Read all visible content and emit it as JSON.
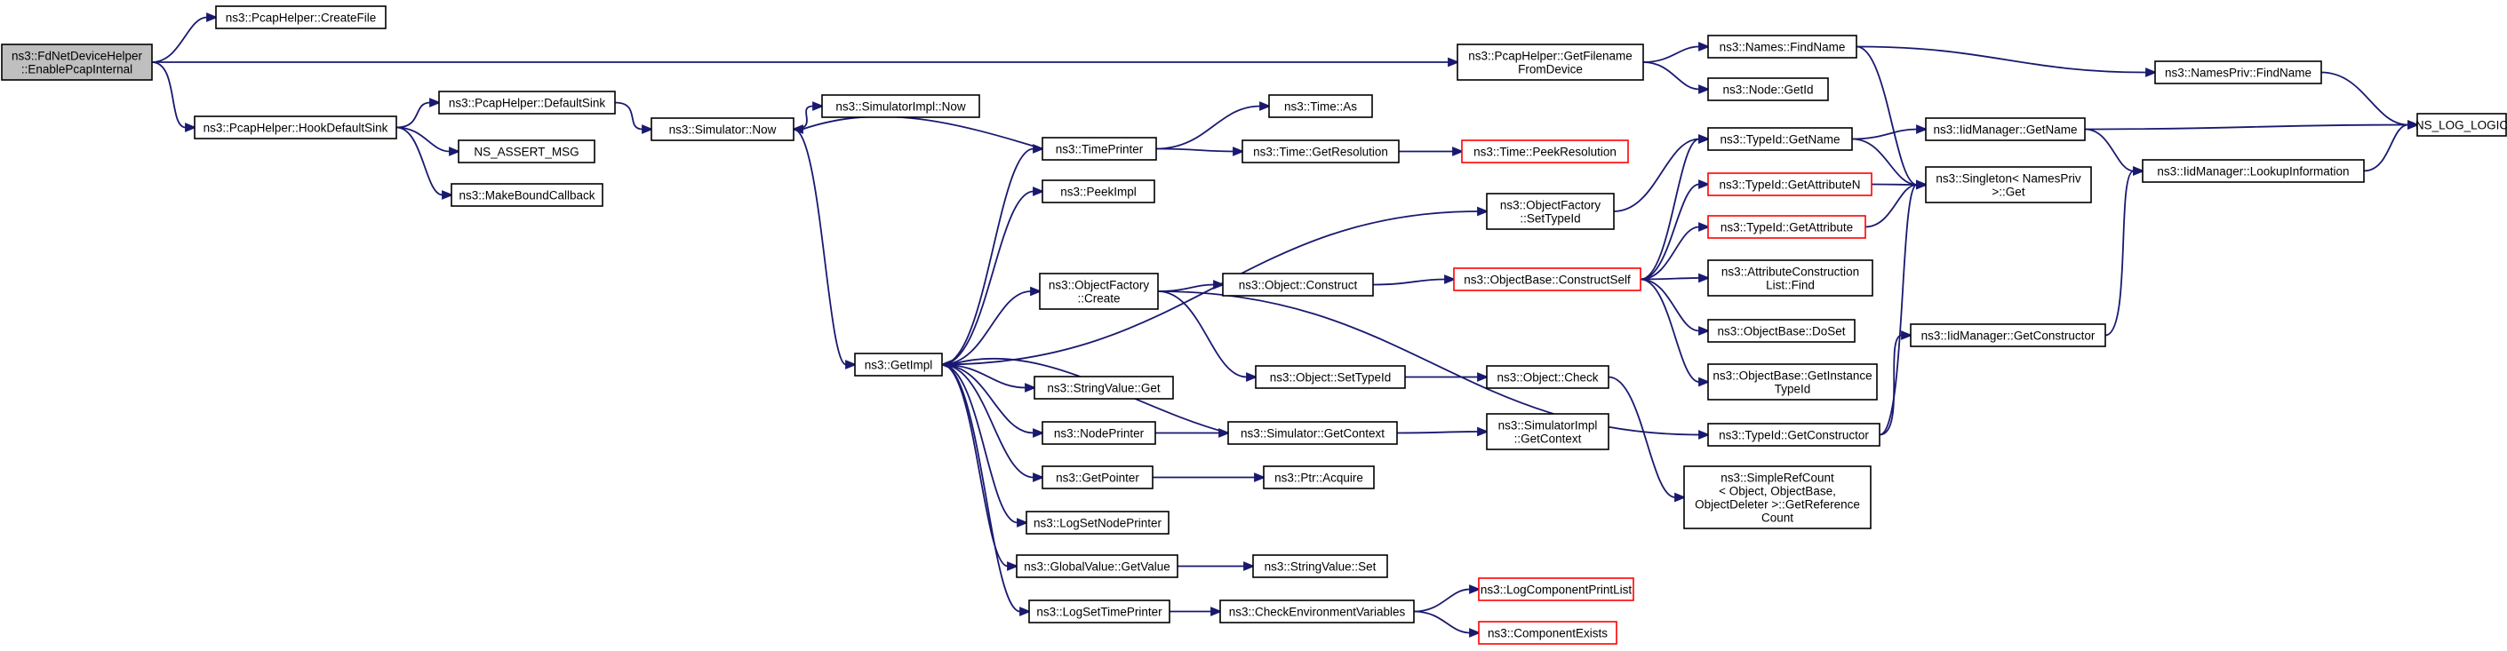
{
  "colors": {
    "edge": "#191970",
    "border_normal": "#000000",
    "border_truncated": "#ff0000",
    "fill_normal": "#ffffff",
    "fill_root": "#bfbfbf"
  },
  "nodes": [
    {
      "id": "root",
      "lines": [
        "ns3::FdNetDeviceHelper",
        "::EnablePcapInternal"
      ],
      "style": "root"
    },
    {
      "id": "pcap_createfile",
      "lines": [
        "ns3::PcapHelper::CreateFile"
      ],
      "style": "normal"
    },
    {
      "id": "pcap_getfilename",
      "lines": [
        "ns3::PcapHelper::GetFilename",
        "FromDevice"
      ],
      "style": "normal"
    },
    {
      "id": "names_findname",
      "lines": [
        "ns3::Names::FindName"
      ],
      "style": "normal"
    },
    {
      "id": "namespriv_findname",
      "lines": [
        "ns3::NamesPriv::FindName"
      ],
      "style": "normal"
    },
    {
      "id": "ns_log_logic",
      "lines": [
        "NS_LOG_LOGIC"
      ],
      "style": "normal"
    },
    {
      "id": "node_getid",
      "lines": [
        "ns3::Node::GetId"
      ],
      "style": "normal"
    },
    {
      "id": "pcap_hookdefaultsink",
      "lines": [
        "ns3::PcapHelper::HookDefaultSink"
      ],
      "style": "normal"
    },
    {
      "id": "pcap_defaultsink",
      "lines": [
        "ns3::PcapHelper::DefaultSink"
      ],
      "style": "normal"
    },
    {
      "id": "ns_assert_msg",
      "lines": [
        "NS_ASSERT_MSG"
      ],
      "style": "normal"
    },
    {
      "id": "makeboundcallback",
      "lines": [
        "ns3::MakeBoundCallback"
      ],
      "style": "normal"
    },
    {
      "id": "simulator_now",
      "lines": [
        "ns3::Simulator::Now"
      ],
      "style": "normal"
    },
    {
      "id": "simulatorimpl_now",
      "lines": [
        "ns3::SimulatorImpl::Now"
      ],
      "style": "normal"
    },
    {
      "id": "timeprinter",
      "lines": [
        "ns3::TimePrinter"
      ],
      "style": "normal"
    },
    {
      "id": "time_as",
      "lines": [
        "ns3::Time::As"
      ],
      "style": "normal"
    },
    {
      "id": "time_getresolution",
      "lines": [
        "ns3::Time::GetResolution"
      ],
      "style": "normal"
    },
    {
      "id": "time_peekresolution",
      "lines": [
        "ns3::Time::PeekResolution"
      ],
      "style": "truncated"
    },
    {
      "id": "typeid_getname",
      "lines": [
        "ns3::TypeId::GetName"
      ],
      "style": "normal"
    },
    {
      "id": "iidmanager_getname",
      "lines": [
        "ns3::IidManager::GetName"
      ],
      "style": "normal"
    },
    {
      "id": "iidmanager_lookupinformation",
      "lines": [
        "ns3::IidManager::LookupInformation"
      ],
      "style": "normal"
    },
    {
      "id": "singleton_get",
      "lines": [
        "ns3::Singleton< NamesPriv",
        " >::Get"
      ],
      "style": "normal"
    },
    {
      "id": "peekimpl",
      "lines": [
        "ns3::PeekImpl"
      ],
      "style": "normal"
    },
    {
      "id": "objectfactory_settypeid",
      "lines": [
        "ns3::ObjectFactory",
        "::SetTypeId"
      ],
      "style": "normal"
    },
    {
      "id": "typeid_getattributen",
      "lines": [
        "ns3::TypeId::GetAttributeN"
      ],
      "style": "truncated"
    },
    {
      "id": "typeid_getattribute",
      "lines": [
        "ns3::TypeId::GetAttribute"
      ],
      "style": "truncated"
    },
    {
      "id": "objectfactory_create",
      "lines": [
        "ns3::ObjectFactory",
        "::Create"
      ],
      "style": "normal"
    },
    {
      "id": "object_construct",
      "lines": [
        "ns3::Object::Construct"
      ],
      "style": "normal"
    },
    {
      "id": "objectbase_constructself",
      "lines": [
        "ns3::ObjectBase::ConstructSelf"
      ],
      "style": "truncated"
    },
    {
      "id": "attributeconstruction_find",
      "lines": [
        "ns3::AttributeConstruction",
        "List::Find"
      ],
      "style": "normal"
    },
    {
      "id": "objectbase_doset",
      "lines": [
        "ns3::ObjectBase::DoSet"
      ],
      "style": "normal"
    },
    {
      "id": "iidmanager_getconstructor",
      "lines": [
        "ns3::IidManager::GetConstructor"
      ],
      "style": "normal"
    },
    {
      "id": "getimpl",
      "lines": [
        "ns3::GetImpl"
      ],
      "style": "normal"
    },
    {
      "id": "object_settypeid",
      "lines": [
        "ns3::Object::SetTypeId"
      ],
      "style": "normal"
    },
    {
      "id": "object_check",
      "lines": [
        "ns3::Object::Check"
      ],
      "style": "normal"
    },
    {
      "id": "objectbase_getinstancetypeid",
      "lines": [
        "ns3::ObjectBase::GetInstance",
        "TypeId"
      ],
      "style": "normal"
    },
    {
      "id": "stringvalue_get",
      "lines": [
        "ns3::StringValue::Get"
      ],
      "style": "normal"
    },
    {
      "id": "typeid_getconstructor",
      "lines": [
        "ns3::TypeId::GetConstructor"
      ],
      "style": "normal"
    },
    {
      "id": "nodeprinter",
      "lines": [
        "ns3::NodePrinter"
      ],
      "style": "normal"
    },
    {
      "id": "simulator_getcontext",
      "lines": [
        "ns3::Simulator::GetContext"
      ],
      "style": "normal"
    },
    {
      "id": "simulatorimpl_getcontext",
      "lines": [
        "ns3::SimulatorImpl",
        "::GetContext"
      ],
      "style": "normal"
    },
    {
      "id": "simplerefcount_getreferencecount",
      "lines": [
        "ns3::SimpleRefCount",
        "< Object, ObjectBase,",
        " ObjectDeleter >::GetReference",
        "Count"
      ],
      "style": "normal"
    },
    {
      "id": "getpointer",
      "lines": [
        "ns3::GetPointer"
      ],
      "style": "normal"
    },
    {
      "id": "ptr_acquire",
      "lines": [
        "ns3::Ptr::Acquire"
      ],
      "style": "normal"
    },
    {
      "id": "logsetnodeprinter",
      "lines": [
        "ns3::LogSetNodePrinter"
      ],
      "style": "normal"
    },
    {
      "id": "globalvalue_getvalue",
      "lines": [
        "ns3::GlobalValue::GetValue"
      ],
      "style": "normal"
    },
    {
      "id": "stringvalue_set",
      "lines": [
        "ns3::StringValue::Set"
      ],
      "style": "normal"
    },
    {
      "id": "logsettimeprinter",
      "lines": [
        "ns3::LogSetTimePrinter"
      ],
      "style": "normal"
    },
    {
      "id": "checkenvironmentvariables",
      "lines": [
        "ns3::CheckEnvironmentVariables"
      ],
      "style": "normal"
    },
    {
      "id": "logcomponentprintlist",
      "lines": [
        "ns3::LogComponentPrintList"
      ],
      "style": "truncated"
    },
    {
      "id": "componentexists",
      "lines": [
        "ns3::ComponentExists"
      ],
      "style": "truncated"
    }
  ],
  "edges": [
    [
      "root",
      "pcap_createfile"
    ],
    [
      "root",
      "pcap_getfilename"
    ],
    [
      "root",
      "pcap_hookdefaultsink"
    ],
    [
      "pcap_getfilename",
      "names_findname"
    ],
    [
      "pcap_getfilename",
      "node_getid"
    ],
    [
      "names_findname",
      "namespriv_findname"
    ],
    [
      "names_findname",
      "singleton_get"
    ],
    [
      "namespriv_findname",
      "ns_log_logic"
    ],
    [
      "pcap_hookdefaultsink",
      "pcap_defaultsink"
    ],
    [
      "pcap_hookdefaultsink",
      "ns_assert_msg"
    ],
    [
      "pcap_hookdefaultsink",
      "makeboundcallback"
    ],
    [
      "pcap_defaultsink",
      "simulator_now"
    ],
    [
      "simulator_now",
      "simulatorimpl_now"
    ],
    [
      "simulator_now",
      "getimpl"
    ],
    [
      "timeprinter",
      "simulator_now"
    ],
    [
      "timeprinter",
      "time_as"
    ],
    [
      "timeprinter",
      "time_getresolution"
    ],
    [
      "time_getresolution",
      "time_peekresolution"
    ],
    [
      "getimpl",
      "timeprinter"
    ],
    [
      "getimpl",
      "peekimpl"
    ],
    [
      "getimpl",
      "objectfactory_settypeid"
    ],
    [
      "getimpl",
      "objectfactory_create"
    ],
    [
      "getimpl",
      "stringvalue_get"
    ],
    [
      "getimpl",
      "nodeprinter"
    ],
    [
      "getimpl",
      "getpointer"
    ],
    [
      "getimpl",
      "logsetnodeprinter"
    ],
    [
      "getimpl",
      "globalvalue_getvalue"
    ],
    [
      "getimpl",
      "logsettimeprinter"
    ],
    [
      "simulator_getcontext",
      "getimpl"
    ],
    [
      "objectfactory_settypeid",
      "typeid_getname"
    ],
    [
      "typeid_getname",
      "iidmanager_getname"
    ],
    [
      "typeid_getname",
      "singleton_get"
    ],
    [
      "iidmanager_getname",
      "ns_log_logic"
    ],
    [
      "iidmanager_getname",
      "iidmanager_lookupinformation"
    ],
    [
      "iidmanager_lookupinformation",
      "ns_log_logic"
    ],
    [
      "objectfactory_create",
      "object_construct"
    ],
    [
      "objectfactory_create",
      "object_settypeid"
    ],
    [
      "objectfactory_create",
      "typeid_getconstructor"
    ],
    [
      "object_construct",
      "objectbase_constructself"
    ],
    [
      "objectbase_constructself",
      "typeid_getname"
    ],
    [
      "objectbase_constructself",
      "typeid_getattributen"
    ],
    [
      "objectbase_constructself",
      "typeid_getattribute"
    ],
    [
      "objectbase_constructself",
      "attributeconstruction_find"
    ],
    [
      "objectbase_constructself",
      "objectbase_doset"
    ],
    [
      "objectbase_constructself",
      "objectbase_getinstancetypeid"
    ],
    [
      "typeid_getattributen",
      "singleton_get"
    ],
    [
      "typeid_getattribute",
      "singleton_get"
    ],
    [
      "object_settypeid",
      "object_check"
    ],
    [
      "object_check",
      "simplerefcount_getreferencecount"
    ],
    [
      "nodeprinter",
      "simulator_getcontext"
    ],
    [
      "simulator_getcontext",
      "simulatorimpl_getcontext"
    ],
    [
      "typeid_getconstructor",
      "singleton_get"
    ],
    [
      "typeid_getconstructor",
      "iidmanager_getconstructor"
    ],
    [
      "iidmanager_getconstructor",
      "iidmanager_lookupinformation"
    ],
    [
      "getpointer",
      "ptr_acquire"
    ],
    [
      "globalvalue_getvalue",
      "stringvalue_set"
    ],
    [
      "logsettimeprinter",
      "checkenvironmentvariables"
    ],
    [
      "checkenvironmentvariables",
      "logcomponentprintlist"
    ],
    [
      "checkenvironmentvariables",
      "componentexists"
    ]
  ]
}
